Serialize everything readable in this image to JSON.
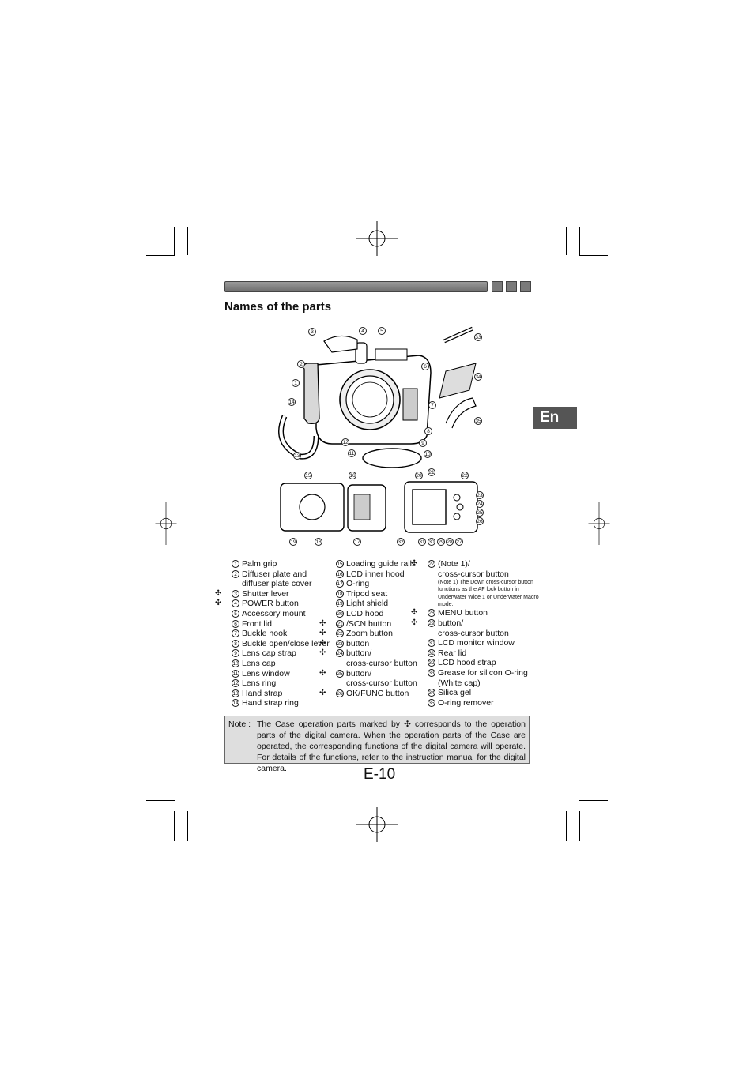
{
  "header": {
    "title": "Names of the parts",
    "language_tab": "En"
  },
  "parts": {
    "col1": [
      {
        "num": "1",
        "label": "Palm grip"
      },
      {
        "num": "2",
        "label": "Diffuser plate and",
        "cont": "diffuser plate cover"
      },
      {
        "num": "3",
        "label": "Shutter lever",
        "marked": true
      },
      {
        "num": "4",
        "label": "POWER button",
        "marked": true
      },
      {
        "num": "5",
        "label": "Accessory mount"
      },
      {
        "num": "6",
        "label": "Front lid"
      },
      {
        "num": "7",
        "label": "Buckle hook"
      },
      {
        "num": "8",
        "label": "Buckle open/close lever"
      },
      {
        "num": "9",
        "label": "Lens cap strap"
      },
      {
        "num": "10",
        "label": "Lens cap"
      },
      {
        "num": "11",
        "label": "Lens window"
      },
      {
        "num": "12",
        "label": "Lens ring"
      },
      {
        "num": "13",
        "label": "Hand strap"
      },
      {
        "num": "14",
        "label": "Hand strap ring"
      }
    ],
    "col2": [
      {
        "num": "15",
        "label": "Loading guide rails"
      },
      {
        "num": "16",
        "label": "LCD inner hood"
      },
      {
        "num": "17",
        "label": "O-ring"
      },
      {
        "num": "18",
        "label": "Tripod seat"
      },
      {
        "num": "19",
        "label": "Light shield"
      },
      {
        "num": "20",
        "label": "LCD hood"
      },
      {
        "num": "21",
        "label": "/SCN button",
        "marked": true
      },
      {
        "num": "22",
        "label": "Zoom button",
        "marked": true
      },
      {
        "num": "23",
        "label": "button",
        "marked": true
      },
      {
        "num": "24",
        "label": "button/",
        "cont": "cross-cursor button",
        "marked": true
      },
      {
        "num": "25",
        "label": "button/",
        "cont": "cross-cursor button",
        "marked": true
      },
      {
        "num": "26",
        "label": "OK/FUNC button",
        "marked": true
      }
    ],
    "col3": [
      {
        "num": "27",
        "label": "(Note 1)/",
        "cont": "cross-cursor button",
        "marked": true,
        "note": "(Note 1) The Down cross-cursor button functions as the AF lock button in Underwater Wide 1 or Underwater Macro mode."
      },
      {
        "num": "28",
        "label": "MENU button",
        "marked": true
      },
      {
        "num": "29",
        "label": "button/",
        "cont": "cross-cursor button",
        "marked": true
      },
      {
        "num": "30",
        "label": "LCD monitor window"
      },
      {
        "num": "31",
        "label": "Rear lid"
      },
      {
        "num": "32",
        "label": "LCD hood strap"
      },
      {
        "num": "33",
        "label": "Grease for silicon O-ring",
        "cont": "(White cap)"
      },
      {
        "num": "34",
        "label": "Silica gel"
      },
      {
        "num": "35",
        "label": "O-ring remover"
      }
    ]
  },
  "note": {
    "label": "Note :",
    "text": "The Case operation parts marked by ✣ corresponds to the operation parts of the digital camera. When the operation parts of the Case are operated, the corresponding functions of the digital camera will operate. For details of the functions, refer to the instruction manual for the digital camera."
  },
  "page_number": "E-10",
  "marker_symbol": "✣",
  "callouts_main": [
    "3",
    "4",
    "5",
    "2",
    "6",
    "1",
    "14",
    "7",
    "8",
    "12",
    "11",
    "9",
    "13",
    "10",
    "33",
    "34",
    "35"
  ],
  "callouts_bottom": [
    "15",
    "16",
    "19",
    "18",
    "17",
    "21",
    "22",
    "20",
    "23",
    "24",
    "25",
    "26",
    "32",
    "31",
    "30",
    "29",
    "28",
    "27"
  ]
}
